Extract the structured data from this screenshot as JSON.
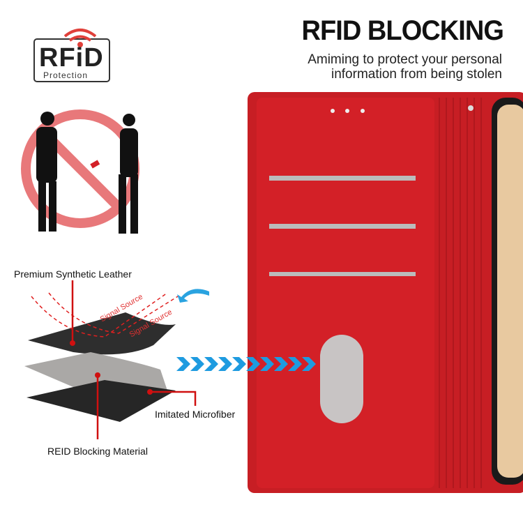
{
  "header": {
    "title": "RFID BLOCKING",
    "subtitle_line1": "Amiming to protect your personal",
    "subtitle_line2": "information from being stolen"
  },
  "logo": {
    "main": "RFiD",
    "sub": "Protection"
  },
  "diagram": {
    "labels": {
      "top_layer": "Premium Synthetic Leather",
      "middle_layer": "REID Blocking Material",
      "bottom_layer": "Imitated Microfiber",
      "signal1": "Signal Source",
      "signal2": "Signal Source"
    }
  },
  "colors": {
    "case_red": "#d32027",
    "accent_red": "#e02020",
    "arrow_blue": "#1e9be0",
    "layer_dark": "#2a2a2a"
  }
}
